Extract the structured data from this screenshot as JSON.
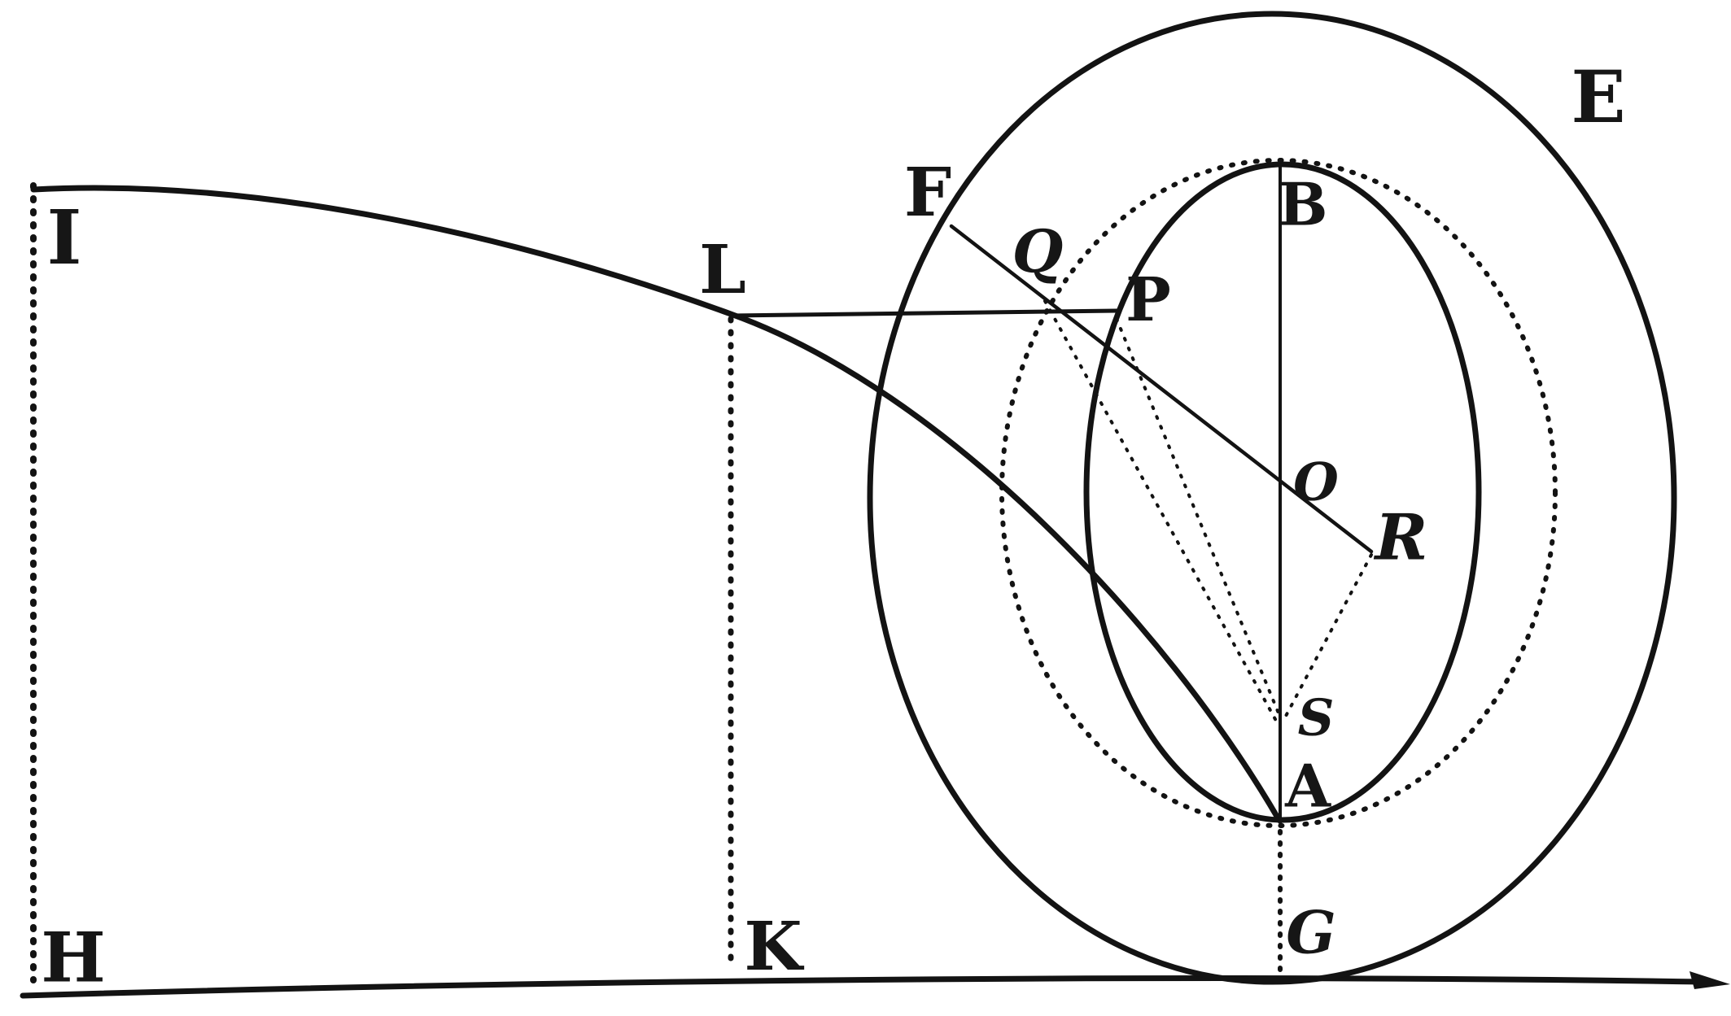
{
  "figure": {
    "type": "geometric-diagram",
    "description_visible": "",
    "background_color": "#ffffff",
    "ink_color": "#131313"
  },
  "labels": {
    "I": "I",
    "H": "H",
    "L": "L",
    "K": "K",
    "F": "F",
    "Q": "Q",
    "P": "P",
    "B": "B",
    "O": "O",
    "R": "R",
    "S": "S",
    "A": "A",
    "G": "G",
    "E": "E"
  }
}
